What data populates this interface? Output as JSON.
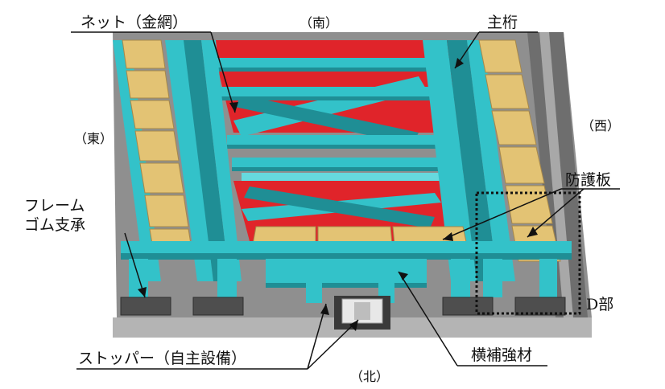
{
  "labels": {
    "net": "ネット（金網）",
    "main_girder": "主桁",
    "frame": "フレーム",
    "rubber_bearing": "ゴム支承",
    "protective_plate": "防護板",
    "d_part": "D部",
    "stopper": "ストッパー（自主設備）",
    "lateral_stiffener": "横補強材"
  },
  "directions": {
    "south": "（南）",
    "east": "（東）",
    "west": "（西）",
    "north": "（北）"
  },
  "colors": {
    "steel": "#33c2c9",
    "steel_dark": "#1f8e95",
    "steel_light": "#66d9de",
    "plate": "#e3c374",
    "plate_dark": "#c9a556",
    "panel_red": "#e0242a",
    "concrete": "#9a9a9a",
    "concrete_dark": "#5a5a5a",
    "stopper": "#e8e8e8"
  },
  "icons": {
    "d_part_box": "dotted-rectangle"
  }
}
